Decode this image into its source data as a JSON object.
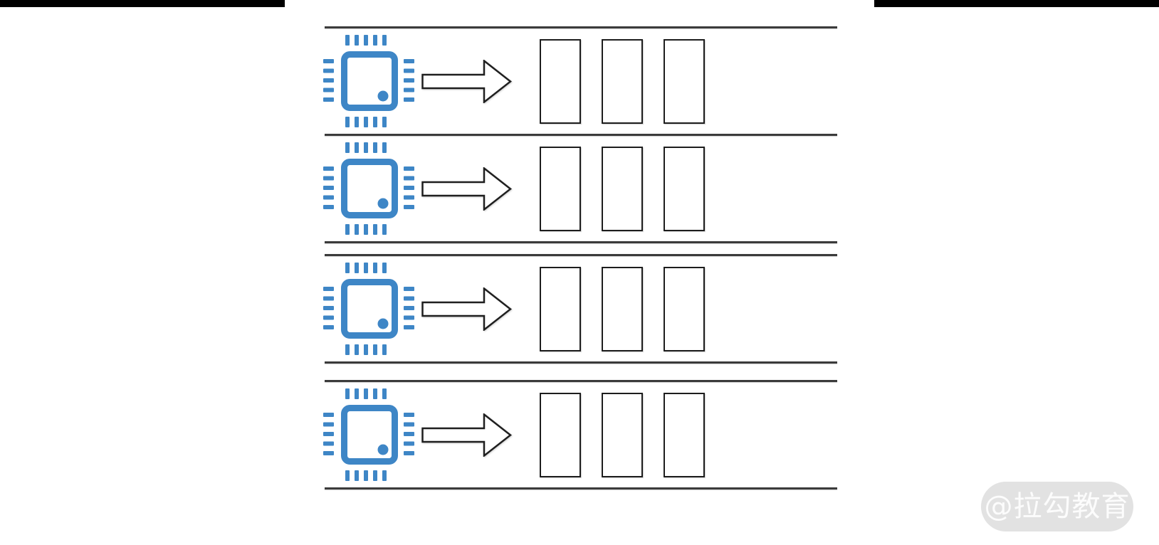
{
  "top_bars": {
    "color": "#000000"
  },
  "diagram": {
    "colors": {
      "chip": "#3e86c6",
      "separator": "#3b3b3b",
      "slot_border": "#1d1d1d",
      "arrow_fill": "#ffffff",
      "arrow_outline": "#1f1f1f"
    },
    "rows": [
      {
        "name": "cpu-row-1",
        "icon": "cpu-chip-icon",
        "arrow": "right-arrow-icon",
        "slots": 3,
        "gap_above": 0
      },
      {
        "name": "cpu-row-2",
        "icon": "cpu-chip-icon",
        "arrow": "right-arrow-icon",
        "slots": 3,
        "gap_above": 0
      },
      {
        "name": "cpu-row-3",
        "icon": "cpu-chip-icon",
        "arrow": "right-arrow-icon",
        "slots": 3,
        "gap_above": 15
      },
      {
        "name": "cpu-row-4",
        "icon": "cpu-chip-icon",
        "arrow": "right-arrow-icon",
        "slots": 3,
        "gap_above": 23
      }
    ]
  },
  "watermark": {
    "text": "@拉勾教育",
    "background": "#e2e2e2",
    "text_color": "#fcfcfc"
  }
}
